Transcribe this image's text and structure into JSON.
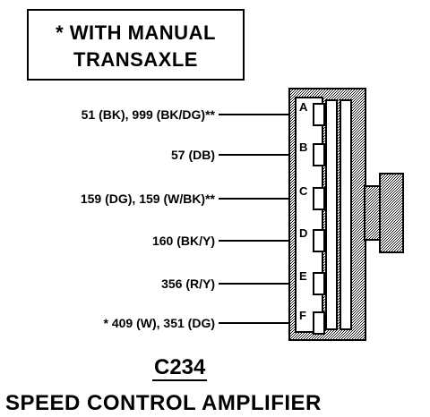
{
  "note": {
    "text": "* WITH MANUAL\nTRANSAXLE"
  },
  "connector": {
    "id": "C234",
    "title": "SPEED CONTROL AMPLIFIER",
    "pins": [
      {
        "pin": "A",
        "wire": "51 (BK), 999 (BK/DG)**"
      },
      {
        "pin": "B",
        "wire": "57 (DB)"
      },
      {
        "pin": "C",
        "wire": "159 (DG), 159 (W/BK)**"
      },
      {
        "pin": "D",
        "wire": "160 (BK/Y)"
      },
      {
        "pin": "E",
        "wire": "356 (R/Y)"
      },
      {
        "pin": "F",
        "wire": "* 409 (W), 351 (DG)"
      }
    ]
  }
}
